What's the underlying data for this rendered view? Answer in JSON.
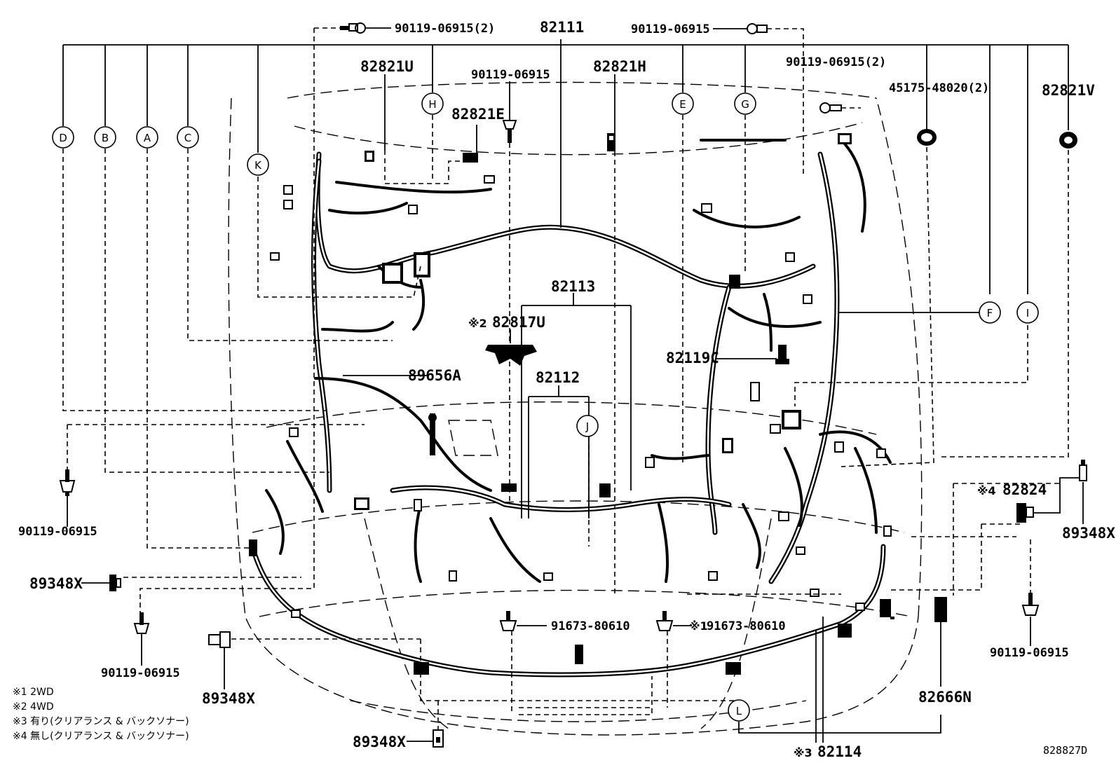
{
  "diagram": {
    "reference": "828827D",
    "part_numbers": {
      "main_harness": "82111",
      "engine_room_harness": "82113",
      "engine_harness_sub": "82112",
      "front_bumper_harness": "82114",
      "connector_82821U": "82821U",
      "connector_82821E": "82821E",
      "connector_82821H": "82821H",
      "connector_82821V": "82821V",
      "connector_82817U": "82817U",
      "connector_82119C": "82119C",
      "connector_82824": "82824",
      "sensor_89656A": "89656A",
      "sensor_89348X_left": "89348X",
      "sensor_89348X_right": "89348X",
      "sensor_89348X_bottom_left": "89348X",
      "sensor_89348X_bottom": "89348X",
      "bracket_82666N": "82666N",
      "bolt_top_left": "90119-06915(2)",
      "bolt_top_center": "90119-06915",
      "bolt_top_right": "90119-06915(2)",
      "bolt_upper": "90119-06915",
      "bolt_left": "90119-06915",
      "bolt_lower_left": "90119-06915",
      "bolt_right": "90119-06915",
      "clip_45175": "45175-48020(2)",
      "nut_center": "91673-80610",
      "nut_center_right": "91673-80610"
    },
    "markers": {
      "m1": "※1",
      "m2": "※2",
      "m3": "※3",
      "m4": "※4"
    },
    "callouts": [
      "D",
      "B",
      "A",
      "C",
      "K",
      "H",
      "E",
      "G",
      "F",
      "I",
      "J",
      "L"
    ],
    "notes": [
      "※1 2WD",
      "※2 4WD",
      "※3 有り(クリアランス & バックソナー)",
      "※4 無し(クリアランス & バックソナー)"
    ]
  }
}
